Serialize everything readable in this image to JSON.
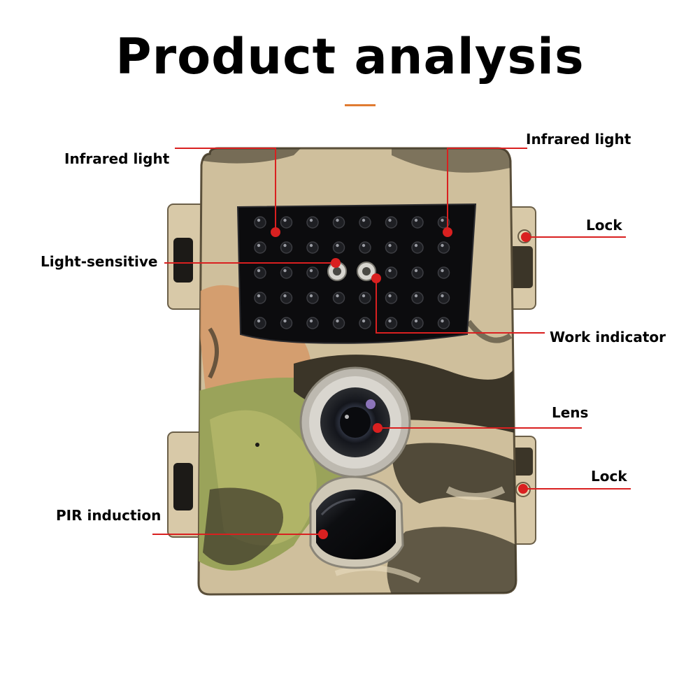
{
  "title": "Product analysis",
  "colors": {
    "accent": "#e07b32",
    "callout": "#d92020",
    "camo_light": "#d8c9a8",
    "camo_dark": "#3b3528",
    "camo_green": "#9aa35a",
    "camo_orange": "#d49a6a"
  },
  "labels": {
    "infrared_left": "Infrared light",
    "infrared_right": "Infrared light",
    "lock_top": "Lock",
    "light_sensitive": "Light-sensitive",
    "work_indicator": "Work indicator",
    "lens": "Lens",
    "lock_bottom": "Lock",
    "pir": "PIR induction"
  },
  "icons": [
    "trail-camera-body",
    "infrared-led-array",
    "camera-lens",
    "pir-sensor",
    "side-lock"
  ]
}
